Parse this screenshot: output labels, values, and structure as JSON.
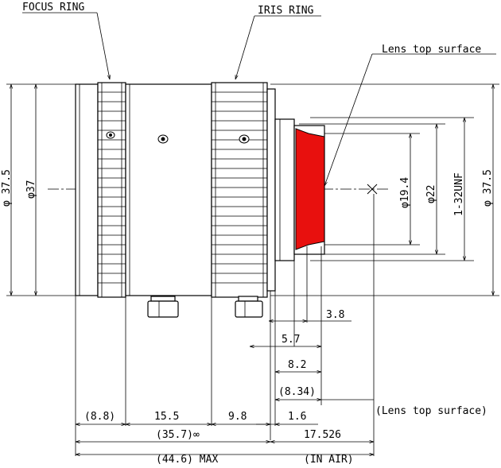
{
  "labels": {
    "focus_ring": "FOCUS RING",
    "iris_ring": "IRIS RING",
    "lens_top_surface": "Lens top surface"
  },
  "dims": {
    "dia_outer_left": "φ 37.5",
    "dia_inner_left": "φ37",
    "dia_19_4": "φ19.4",
    "dia_22": "φ22",
    "thread": "1-32UNF",
    "dia_outer_right": "φ 37.5",
    "d_3_8": "3.8",
    "d_5_7": "5.7",
    "d_8_2": "8.2",
    "d_8_34": "(8.34)",
    "d_8_8": "(8.8)",
    "d_15_5": "15.5",
    "d_9_8": "9.8",
    "d_1_6": "1.6",
    "lens_top_note": "(Lens top surface)",
    "d_35_7": "(35.7)∞",
    "d_17_526": "17.526",
    "d_44_6": "(44.6) MAX",
    "in_air": "(IN AIR)"
  },
  "colors": {
    "rear_lens": "#e8100e",
    "line": "#000000"
  }
}
